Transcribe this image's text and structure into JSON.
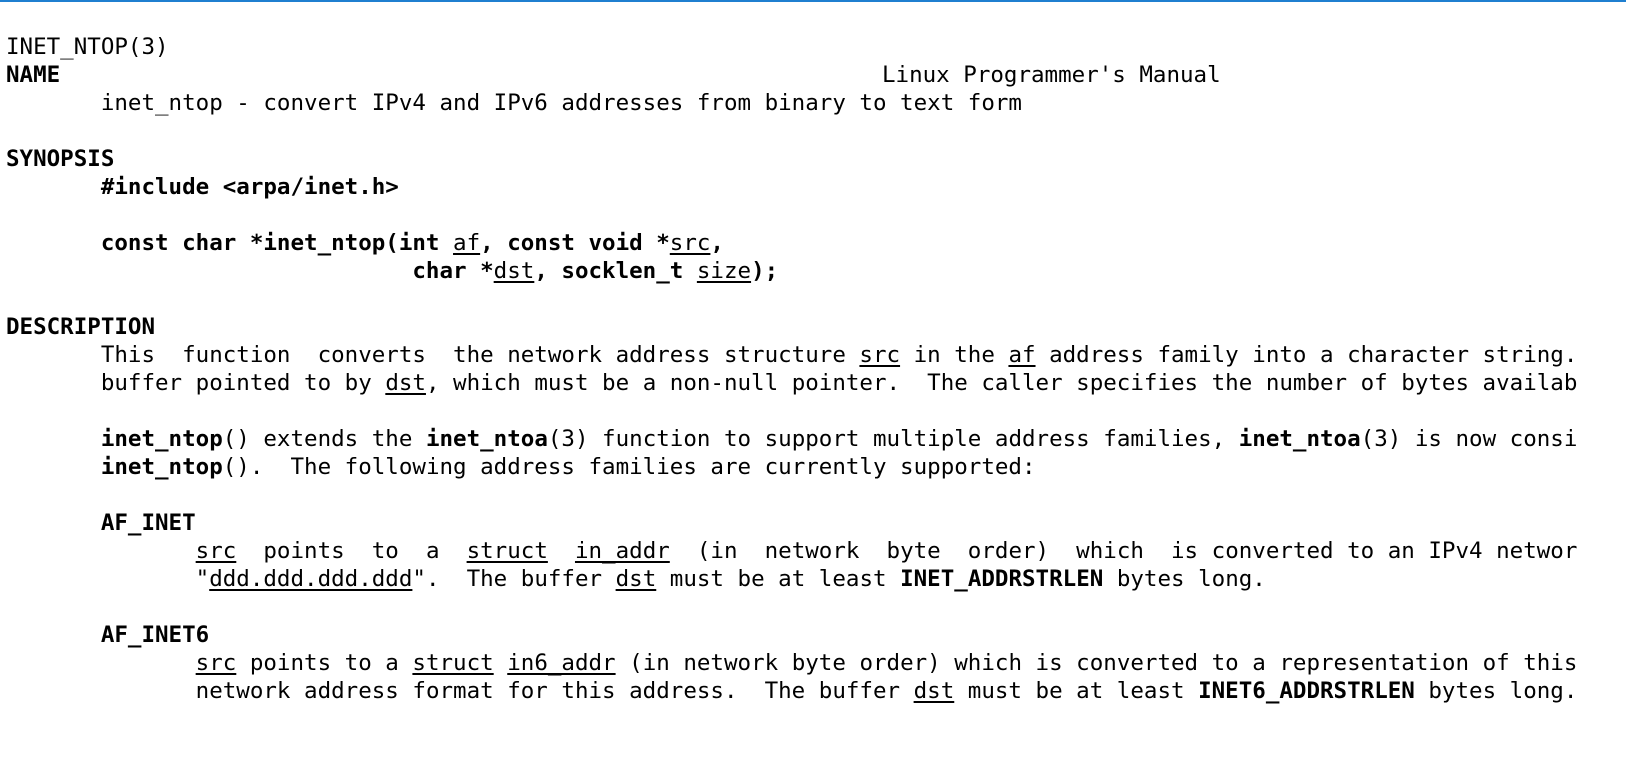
{
  "header": {
    "left": "INET_NTOP(3)",
    "center": "Linux Programmer's Manual"
  },
  "name": {
    "heading": "NAME",
    "text": "inet_ntop - convert IPv4 and IPv6 addresses from binary to text form"
  },
  "synopsis": {
    "heading": "SYNOPSIS",
    "include": "#include <arpa/inet.h>",
    "proto": {
      "l1a": "const char *inet_ntop(int ",
      "p_af": "af",
      "l1b": ", const void *",
      "p_src": "src",
      "l1c": ",",
      "l2a": "char *",
      "p_dst": "dst",
      "l2b": ", socklen_t ",
      "p_size": "size",
      "l2c": ");"
    }
  },
  "description": {
    "heading": "DESCRIPTION",
    "p1": {
      "a": "This  function  converts  the network address structure ",
      "src": "src",
      "b": " in the ",
      "af": "af",
      "c": " address family into a character string.",
      "d": "buffer pointed to by ",
      "dst": "dst",
      "e": ", which must be a non-null pointer.  The caller specifies the number of bytes availab"
    },
    "p2": {
      "fn1": "inet_ntop",
      "a": "() extends the ",
      "fn2": "inet_ntoa",
      "b": "(3) function to support multiple address families, ",
      "fn3": "inet_ntoa",
      "c": "(3) is now consi",
      "fn4": "inet_ntop",
      "d": "().  The following address families are currently supported:"
    },
    "af_inet": {
      "name": "AF_INET",
      "src": "src",
      "a": "  points  to  a  ",
      "struct": "struct",
      "sp": "  ",
      "in_addr": "in_addr",
      "b": "  (in  network  byte  order)  which  is converted to an IPv4 networ",
      "q1": "\"",
      "ddd": "ddd.ddd.ddd.ddd",
      "c": "\".  The buffer ",
      "dst": "dst",
      "d": " must be at least ",
      "const": "INET_ADDRSTRLEN",
      "e": " bytes long."
    },
    "af_inet6": {
      "name": "AF_INET6",
      "src": "src",
      "a": " points to a ",
      "struct": "struct",
      "sp": " ",
      "in6_addr": "in6_addr",
      "b": " (in network byte order) which is converted to a representation of this",
      "c": "network address format for this address.  The buffer ",
      "dst": "dst",
      "d": " must be at least ",
      "const": "INET6_ADDRSTRLEN",
      "e": " bytes long."
    }
  }
}
